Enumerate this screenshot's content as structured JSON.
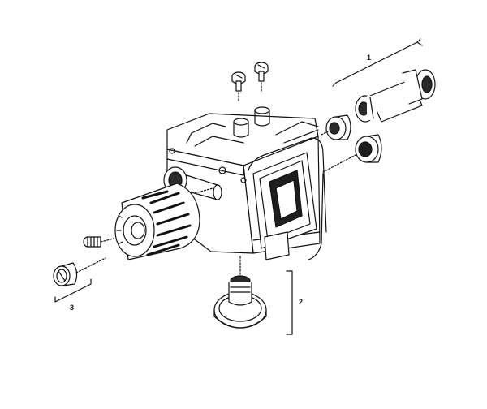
{
  "callouts": [
    {
      "id": "1",
      "label": "1"
    },
    {
      "id": "2",
      "label": "2"
    },
    {
      "id": "3",
      "label": "3"
    }
  ],
  "colors": {
    "ink": "#111111",
    "background": "#ffffff",
    "shade": "#2a2a2a"
  }
}
